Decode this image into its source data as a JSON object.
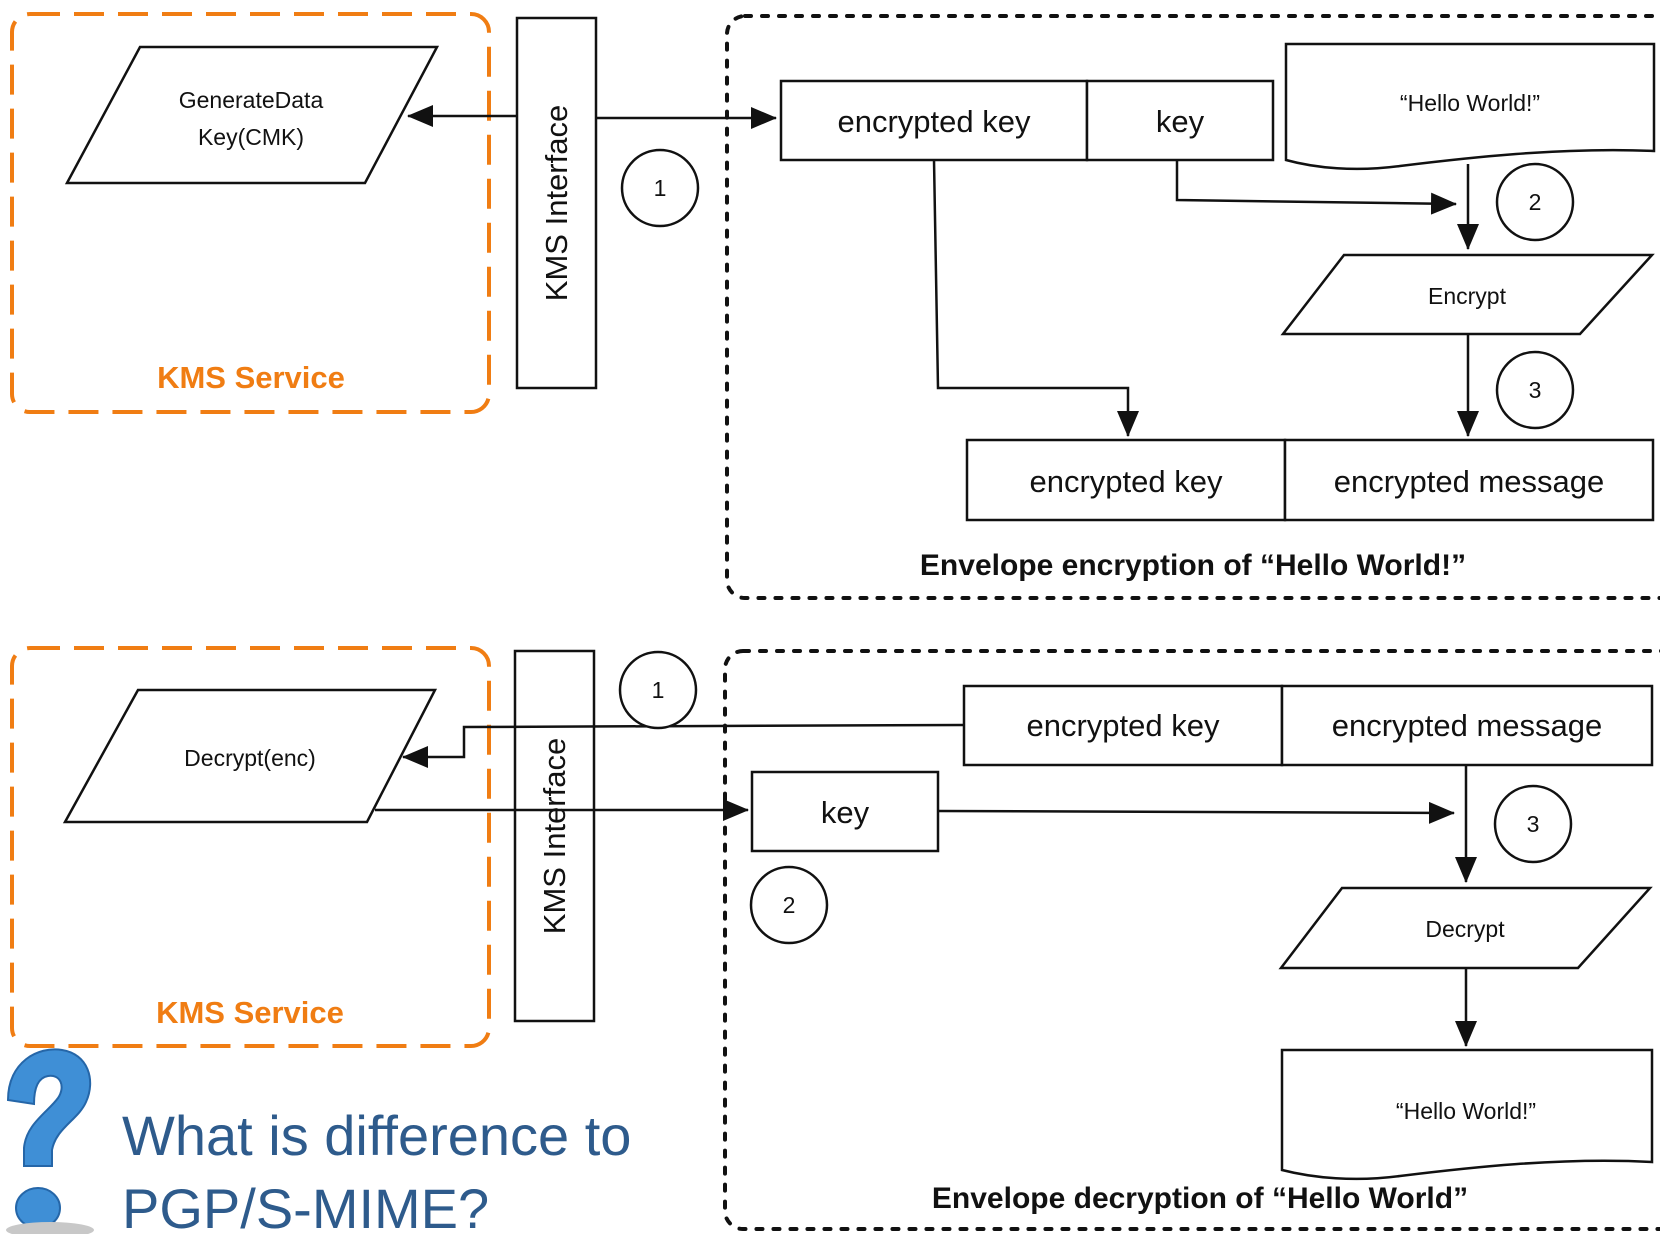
{
  "colors": {
    "service_border": "#f07d13",
    "service_text": "#f07d13",
    "question_text": "#2e5b8c",
    "question_icon": "#3f8fd6",
    "line": "#111111"
  },
  "top": {
    "service_label": "KMS Service",
    "api_call": [
      "GenerateData",
      "Key(CMK)"
    ],
    "kms_interface": "KMS Interface",
    "data_key_cells": [
      "encrypted key",
      "key"
    ],
    "plaintext": "“Hello World!”",
    "operation": "Encrypt",
    "output_cells": [
      "encrypted key",
      "encrypted message"
    ],
    "steps": [
      "1",
      "2",
      "3"
    ],
    "caption": "Envelope encryption of “Hello World!”"
  },
  "bottom": {
    "service_label": "KMS Service",
    "api_call": "Decrypt(enc)",
    "kms_interface": "KMS Interface",
    "input_cells": [
      "encrypted key",
      "encrypted message"
    ],
    "key_cell": "key",
    "operation": "Decrypt",
    "plaintext": "“Hello World!”",
    "steps": [
      "1",
      "2",
      "3"
    ],
    "caption": "Envelope decryption of “Hello World”"
  },
  "question": {
    "icon": "question-mark-icon",
    "lines": [
      "What is difference to",
      "PGP/S-MIME?"
    ]
  }
}
